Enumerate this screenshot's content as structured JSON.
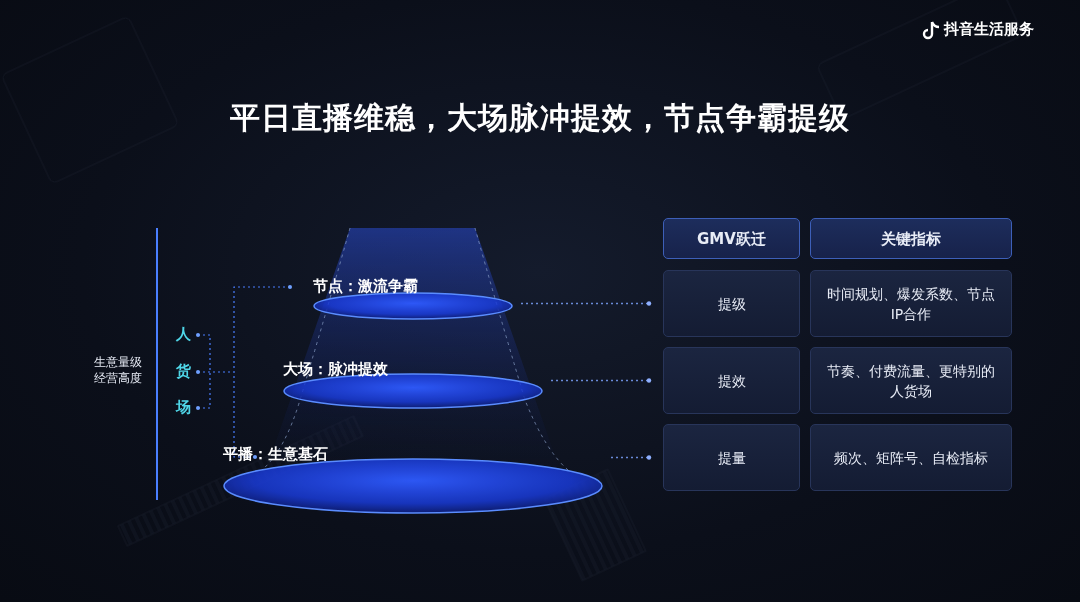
{
  "diagram": {
    "title": "平日直播维稳，大场脉冲提效，节点争霸提级",
    "nodes": [
      {
        "text": [
          "节点：激流争霸"
        ]
      },
      {
        "text": [
          "大场：脉冲提效"
        ]
      },
      {
        "text": [
          "平播：生意基石"
        ]
      },
      {
        "text": [
          "GMV跃迁"
        ]
      },
      {
        "text": [
          "关键指标"
        ]
      },
      {
        "text": [
          "提级"
        ]
      },
      {
        "text": [
          "时间规划、爆发系数、节点IP合作"
        ]
      },
      {
        "text": [
          "提效"
        ]
      },
      {
        "text": [
          "节奏、付费流量、更特别的人货场"
        ]
      },
      {
        "text": [
          "提量"
        ]
      },
      {
        "text": [
          "频次、矩阵号、自检指标"
        ]
      }
    ],
    "edges": [
      {
        "from": 0,
        "to": 5,
        "arrow": "none"
      },
      {
        "from": 1,
        "to": 7,
        "arrow": "none"
      },
      {
        "from": 2,
        "to": 9,
        "arrow": "none"
      }
    ],
    "labels": [
      "抖音生活服务",
      "生意量级 经营高度",
      "人",
      "货",
      "场"
    ]
  }
}
